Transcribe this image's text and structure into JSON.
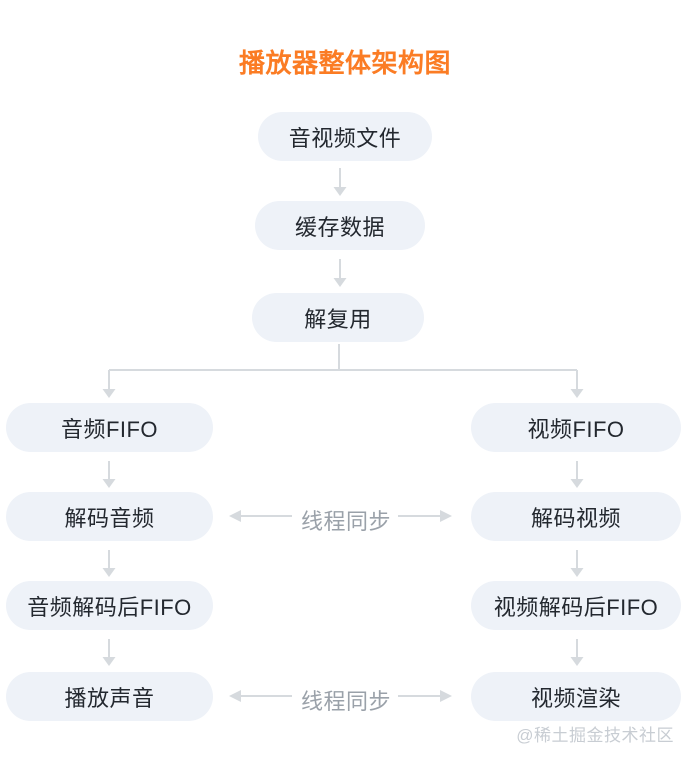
{
  "title": "播放器整体架构图",
  "watermark": "@稀土掘金技术社区",
  "colors": {
    "background": "#FFFFFF",
    "title": "#FB7C24",
    "node_bg": "#EEF2F8",
    "node_text": "#23282F",
    "connector": "#D6DADE",
    "sync_text": "#9AA1A9",
    "watermark": "#C8CDD3"
  },
  "flow": {
    "top": [
      {
        "label": "音视频文件"
      },
      {
        "label": "缓存数据"
      },
      {
        "label": "解复用"
      }
    ],
    "audio": [
      {
        "label": "音频FIFO"
      },
      {
        "label": "解码音频"
      },
      {
        "label": "音频解码后FIFO"
      },
      {
        "label": "播放声音"
      }
    ],
    "video": [
      {
        "label": "视频FIFO"
      },
      {
        "label": "解码视频"
      },
      {
        "label": "视频解码后FIFO"
      },
      {
        "label": "视频渲染"
      }
    ],
    "sync": [
      {
        "label": "线程同步"
      },
      {
        "label": "线程同步"
      }
    ],
    "edges": [
      "音视频文件 → 缓存数据",
      "缓存数据 → 解复用",
      "解复用 → 音频FIFO",
      "解复用 → 视频FIFO",
      "音频FIFO → 解码音频",
      "解码音频 → 音频解码后FIFO",
      "音频解码后FIFO → 播放声音",
      "视频FIFO → 解码视频",
      "解码视频 → 视频解码后FIFO",
      "视频解码后FIFO → 视频渲染",
      "线程同步 ↔ 解码音频/解码视频",
      "线程同步 ↔ 播放声音/视频渲染"
    ]
  }
}
